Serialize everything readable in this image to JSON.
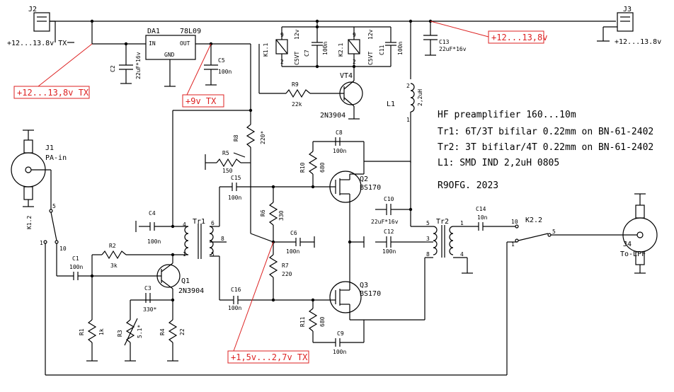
{
  "notes": {
    "title": "HF preamplifier 160...10m",
    "tr1": "Tr1: 6T/3T bifilar 0.22mm on BN-61-2402",
    "tr2": "Tr2: 3T bifilar/4T 0.22mm on BN-61-2402",
    "l1": "L1: SMD IND 2,2uH 0805",
    "author": "R9OFG. 2023"
  },
  "callouts": {
    "c1": "+12...13,8v TX",
    "c2": "+9v TX",
    "c3": "+12...13,8v",
    "c4": "+1,5v...2,7v TX"
  },
  "connectors": {
    "j1": {
      "ref": "J1",
      "name": "PA-in"
    },
    "j2": {
      "ref": "J2",
      "name": "+12...13.8v TX"
    },
    "j3": {
      "ref": "J3",
      "name": "+12...13.8v"
    },
    "j4": {
      "ref": "J4",
      "name": "To-LPF"
    }
  },
  "components": {
    "da1_ref": "DA1",
    "da1_val": "78L09",
    "da1_in": "IN",
    "da1_out": "OUT",
    "da1_gnd": "GND",
    "c1_ref": "C1",
    "c1_val": "100n",
    "c2_ref": "C2",
    "c2_val": "22uF*16v",
    "c3_ref": "C3",
    "c3_val": "330*",
    "c4_ref": "C4",
    "c4_val": "100n",
    "c5_ref": "C5",
    "c5_val": "100n",
    "c6_ref": "C6",
    "c6_val": "100n",
    "c7_ref": "C7",
    "c7_val": "100n",
    "c8_ref": "C8",
    "c8_val": "100n",
    "c9_ref": "C9",
    "c9_val": "100n",
    "c10_ref": "C10",
    "c10_val": "22uF*16v",
    "c11_ref": "C11",
    "c11_val": "100n",
    "c12_ref": "C12",
    "c12_val": "100n",
    "c13_ref": "C13",
    "c13_val": "22uF*16v",
    "c14_ref": "C14",
    "c14_val": "10n",
    "c15_ref": "C15",
    "c15_val": "100n",
    "c16_ref": "C16",
    "c16_val": "100n",
    "r1_ref": "R1",
    "r1_val": "1k",
    "r2_ref": "R2",
    "r2_val": "3k",
    "r3_ref": "R3",
    "r3_val": "5.1*",
    "r4_ref": "R4",
    "r4_val": "22",
    "r5_ref": "R5",
    "r5_val": "150",
    "r6_ref": "R6",
    "r6_val": "330",
    "r7_ref": "R7",
    "r7_val": "220",
    "r8_ref": "R8",
    "r8_val": "220*",
    "r9_ref": "R9",
    "r9_val": "22k",
    "r10_ref": "R10",
    "r10_val": "680",
    "r11_ref": "R11",
    "r11_val": "680",
    "q1_ref": "Q1",
    "q1_val": "2N3904",
    "q2_ref": "Q2",
    "q2_val": "BS170",
    "q3_ref": "Q3",
    "q3_val": "BS170",
    "vt4_ref": "VT4",
    "vt4_val": "2N3904",
    "l1_ref": "L1",
    "l1_val": "2,2uH",
    "tr1_ref": "Tr1",
    "tr2_ref": "Tr2",
    "k11_ref": "K1.1",
    "k11_val": "12v",
    "k11_model": "C5VT",
    "k21_ref": "K2.1",
    "k21_val": "12v",
    "k21_model": "C5VT",
    "k12_ref": "K1.2",
    "k22_ref": "K2.2"
  },
  "pins": {
    "tr1_p4": "4",
    "tr1_p1": "1",
    "tr1_p6": "6",
    "tr1_p8": "8",
    "tr1_p5": "5",
    "tr2_p5": "5",
    "tr2_p3": "3",
    "tr2_p8": "8",
    "tr2_p1": "1",
    "tr2_p4": "4",
    "l1_p2": "2",
    "l1_p1": "1",
    "k12_p5": "5",
    "k12_p1": "1",
    "k12_p10": "10",
    "k22_p10": "10",
    "k22_p1": "1",
    "k22_p5": "5",
    "k11_p9": "9",
    "k11_p2": "2",
    "k21_p9": "9",
    "k21_p2": "2"
  },
  "colors": {
    "wire": "#000000",
    "callout": "#dd2222"
  }
}
